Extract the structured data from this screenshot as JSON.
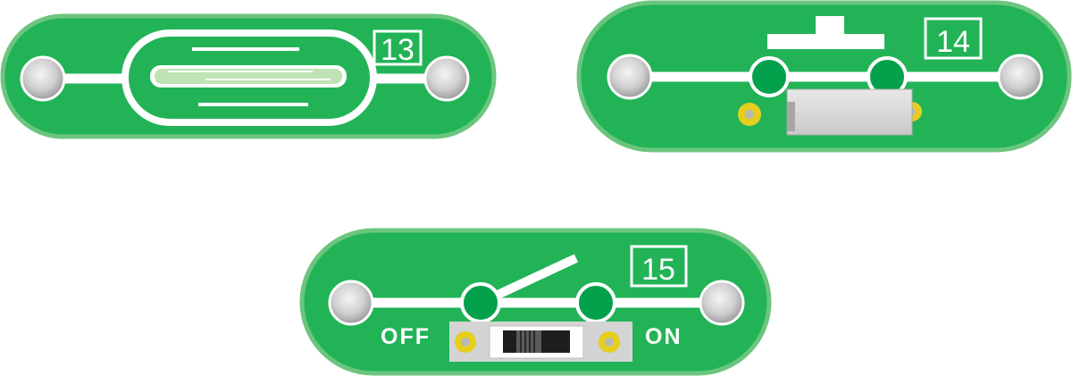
{
  "components": [
    {
      "id": "reed-switch",
      "number": "13"
    },
    {
      "id": "press-switch",
      "number": "14"
    },
    {
      "id": "slide-switch",
      "number": "15",
      "off_label": "OFF",
      "on_label": "ON"
    }
  ],
  "colors": {
    "board_green": "#22b357",
    "board_border": "#6cc57e",
    "trace_white": "#ffffff",
    "contact_dark_green": "#04a14c",
    "snap_gray": "#c8c8c8",
    "solder_yellow": "#e6cf1c",
    "switch_body_gray": "#d4d4d4"
  }
}
